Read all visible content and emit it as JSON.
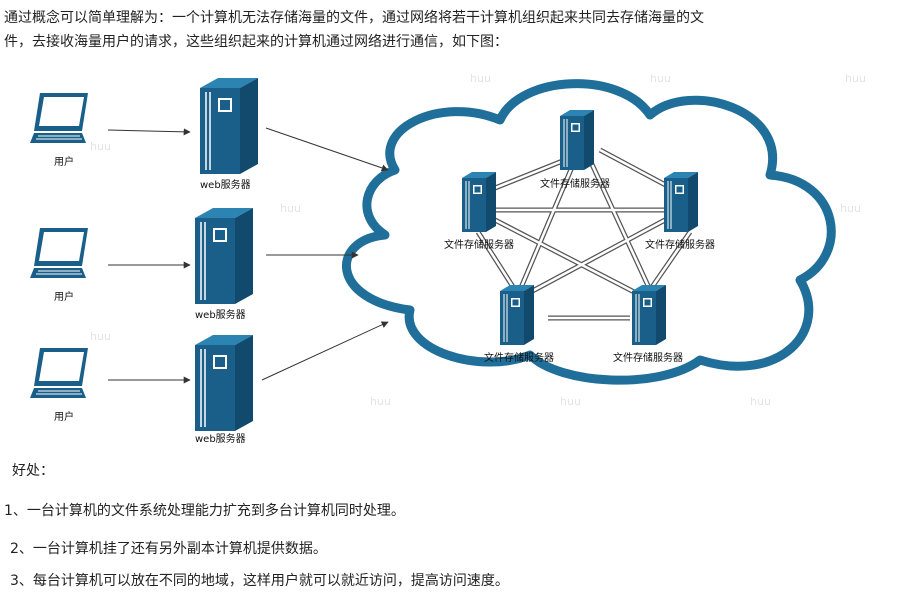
{
  "intro": {
    "line1": "通过概念可以简单理解为：一个计算机无法存储海量的文件，通过网络将若干计算机组织起来共同去存储海量的文",
    "line2": "件，去接收海量用户的请求，这些组织起来的计算机通过网络进行通信，如下图："
  },
  "diagram": {
    "user_labels": [
      "用户",
      "用户",
      "用户"
    ],
    "web_labels": [
      "web服务器",
      "web服务器",
      "web服务器"
    ],
    "storage_labels": [
      "文件存储服务器",
      "文件存储服务器",
      "文件存储服务器",
      "文件存储服务器",
      "文件存储服务器"
    ],
    "colors": {
      "device": "#1a5f8a",
      "cloud_stroke": "#1f6f9a",
      "arrow": "#333333"
    },
    "watermark": "huu"
  },
  "benefits": {
    "title": "好处：",
    "items": [
      "1、一台计算机的文件系统处理能力扩充到多台计算机同时处理。",
      "2、一台计算机挂了还有另外副本计算机提供数据。",
      "3、每台计算机可以放在不同的地域，这样用户就可以就近访问，提高访问速度。"
    ]
  }
}
